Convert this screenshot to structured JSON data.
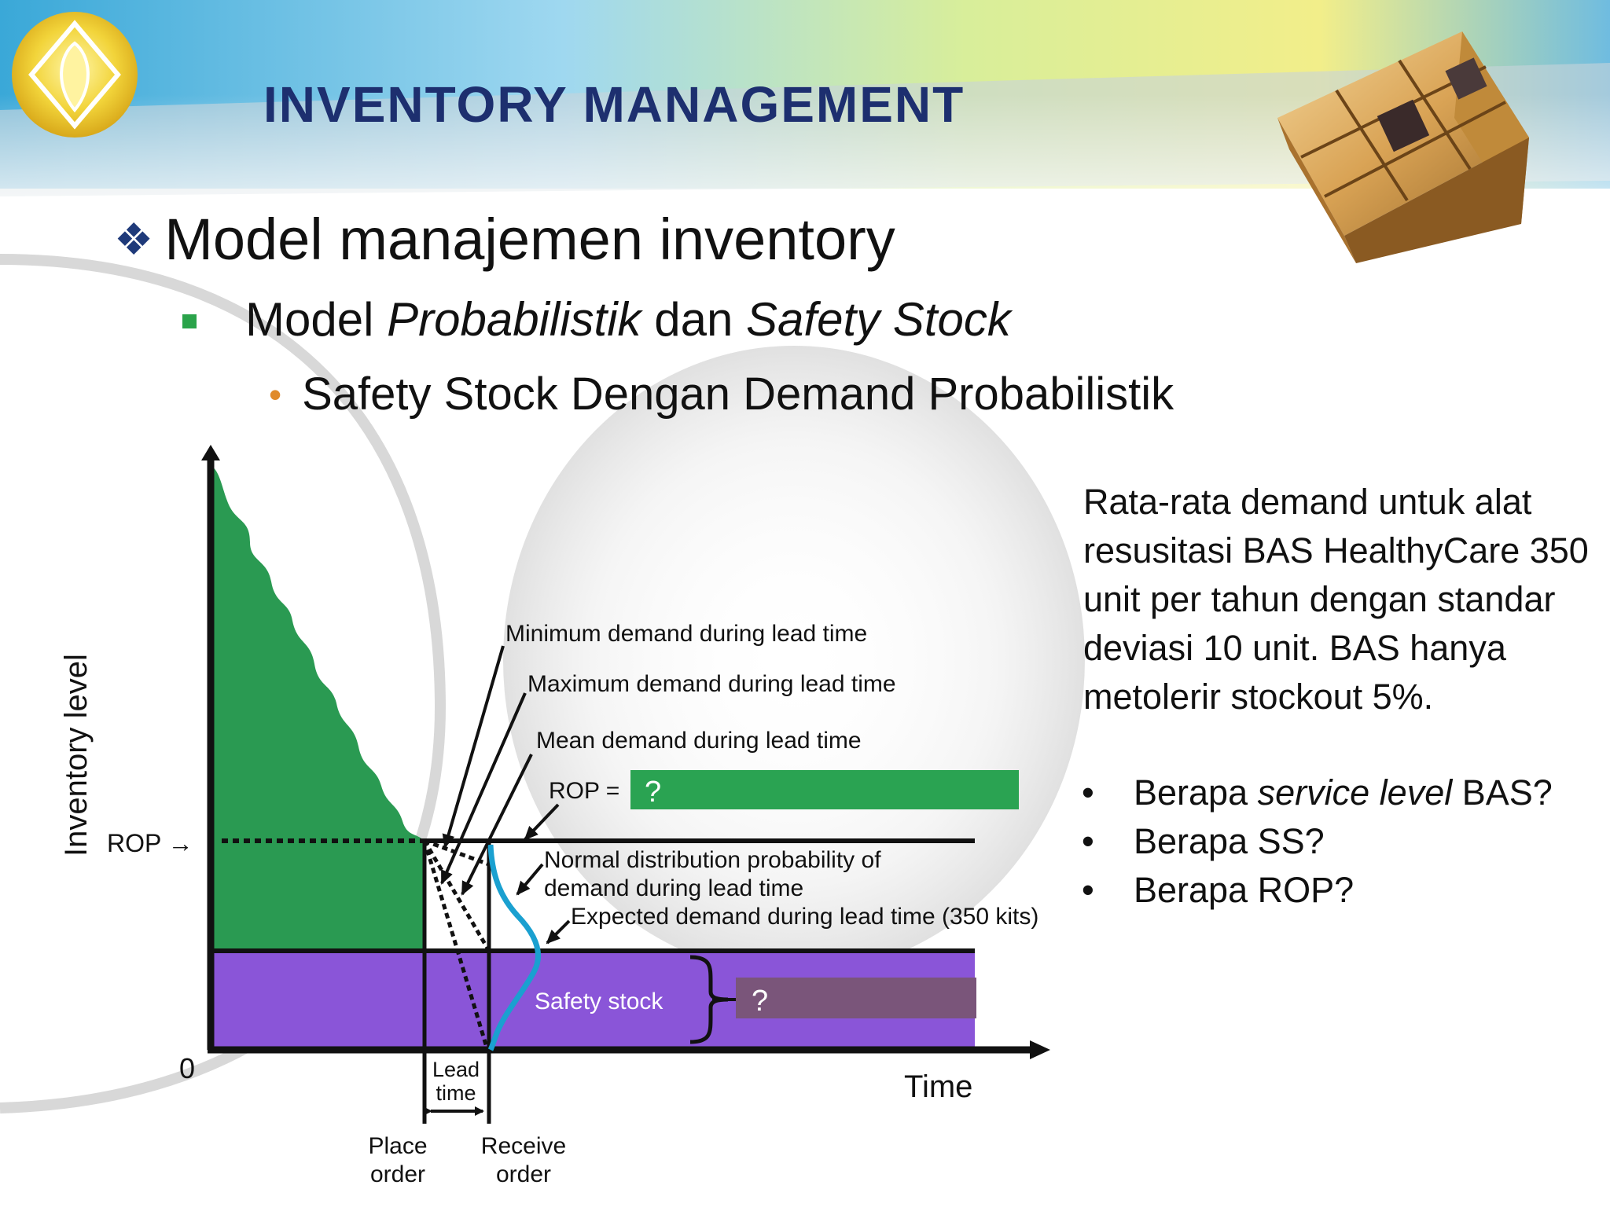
{
  "slide": {
    "title": "INVENTORY MANAGEMENT",
    "bullet1": "Model manajemen inventory",
    "bullet2": {
      "a": "Model ",
      "b": "Probabilistik",
      "c": " dan ",
      "d": "Safety Stock"
    },
    "bullet3": "Safety Stock Dengan Demand Probabilistik",
    "paragraph": "Rata-rata demand untuk alat resusitasi BAS HealthyCare 350 unit per tahun dengan standar deviasi 10 unit. BAS hanya metolerir stockout 5%.",
    "questions": [
      {
        "pre": "Berapa ",
        "em": "service level",
        "post": " BAS?"
      },
      {
        "pre": "Berapa SS?",
        "em": "",
        "post": ""
      },
      {
        "pre": "Berapa ROP?",
        "em": "",
        "post": ""
      }
    ]
  },
  "diagram": {
    "y_axis_label": "Inventory level",
    "rop_axis_label": "ROP →",
    "zero_label": "0",
    "time_label": "Time",
    "lead_time_label": [
      "Lead",
      "time"
    ],
    "place_order": [
      "Place",
      "order"
    ],
    "receive_order": [
      "Receive",
      "order"
    ],
    "annotations": {
      "min_demand": "Minimum demand during lead time",
      "max_demand": "Maximum demand during lead time",
      "mean_demand": "Mean demand during lead time",
      "rop_eq": "ROP =",
      "rop_value": "?",
      "normal_1": "Normal distribution probability of",
      "normal_2": "demand during lead time",
      "expected": "Expected demand during lead time (350 kits)",
      "safety_stock": "Safety stock",
      "ss_value": "?"
    },
    "colors": {
      "inventory_fill": "#2a9a52",
      "safety_fill": "#8a55d8",
      "rop_box": "#2aa352",
      "ss_box": "#7a557a",
      "normal_curve": "#1aa0d0"
    }
  }
}
